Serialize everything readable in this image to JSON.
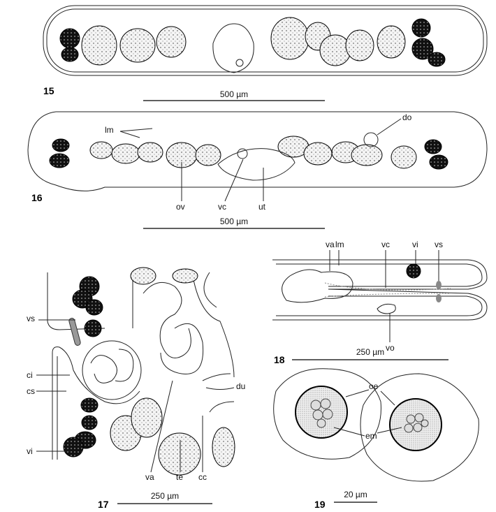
{
  "figures": {
    "fig15": {
      "number": "15",
      "scale": "500 µm"
    },
    "fig16": {
      "number": "16",
      "scale": "500 µm",
      "labels": {
        "lm": "lm",
        "do": "do",
        "ov": "ov",
        "vc": "vc",
        "ut": "ut"
      }
    },
    "fig17": {
      "number": "17",
      "scale": "250 µm",
      "labels": {
        "vs": "vs",
        "ci": "ci",
        "cs": "cs",
        "vi": "vi",
        "va": "va",
        "te": "te",
        "cc": "cc",
        "du": "du"
      }
    },
    "fig18": {
      "number": "18",
      "scale": "250 µm",
      "labels": {
        "va": "va",
        "lm": "lm",
        "vc": "vc",
        "vi": "vi",
        "vs": "vs",
        "vo": "vo"
      }
    },
    "fig19": {
      "number": "19",
      "scale": "20 µm",
      "labels": {
        "oe": "oe",
        "em": "em"
      }
    }
  },
  "colors": {
    "ink": "#000000",
    "paper": "#ffffff"
  }
}
